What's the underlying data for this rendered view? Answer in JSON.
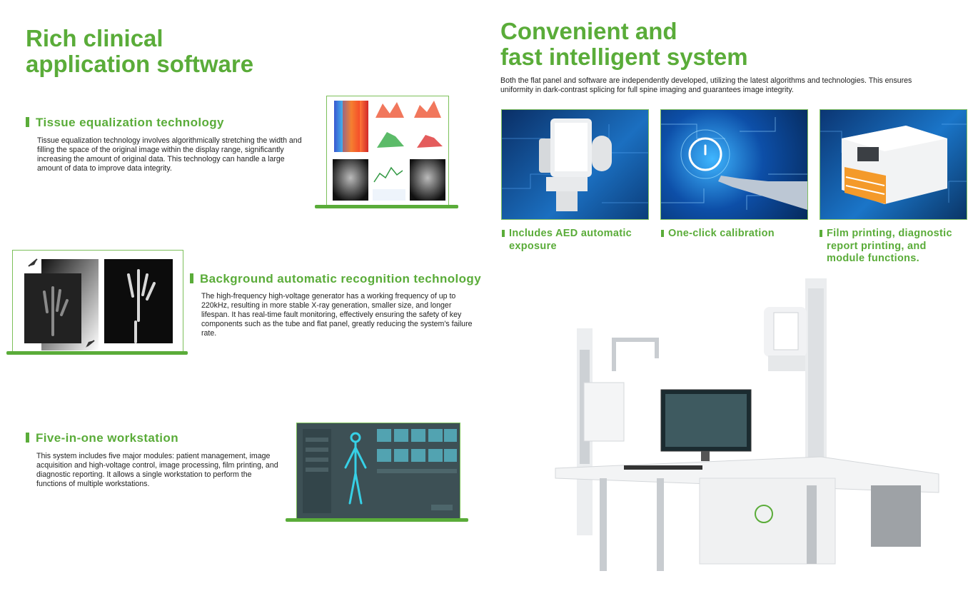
{
  "left": {
    "title_line1": "Rich clinical",
    "title_line2": "application software",
    "tissue": {
      "heading": "Tissue equalization technology",
      "body": "Tissue equalization technology involves algorithmically stretching the width and filling the space of the original image within the display range, significantly increasing the amount of original data. This technology can handle a large amount of data to improve data integrity."
    },
    "background": {
      "heading": "Background automatic recognition technology",
      "body": "The high-frequency high-voltage generator has a working frequency of up to 220kHz, resulting in more stable X-ray generation, smaller size, and longer lifespan. It has real-time fault monitoring, effectively ensuring the safety of key components such as the tube and flat panel, greatly reducing the system's failure rate."
    },
    "workstation": {
      "heading": "Five-in-one workstation",
      "body": "This system includes five major modules: patient management, image acquisition and high-voltage control, image processing, film printing, and diagnostic reporting. It allows a single workstation to perform the functions of multiple workstations."
    }
  },
  "right": {
    "title_line1": "Convenient and",
    "title_line2": "fast intelligent system",
    "intro": "Both the flat panel and software are independently developed, utilizing the latest algorithms and technologies. This ensures uniformity in dark-contrast splicing for full spine imaging and guarantees image integrity.",
    "features": [
      {
        "label_line1": "Includes AED automatic",
        "label_line2": "exposure"
      },
      {
        "label_line1": "One-click calibration",
        "label_line2": ""
      },
      {
        "label_line1": "Film printing, diagnostic",
        "label_line2": "report printing, and",
        "label_line3": "module functions."
      }
    ]
  },
  "colors": {
    "accent": "#5aac39",
    "tech_blue": "#0b3d7a"
  }
}
